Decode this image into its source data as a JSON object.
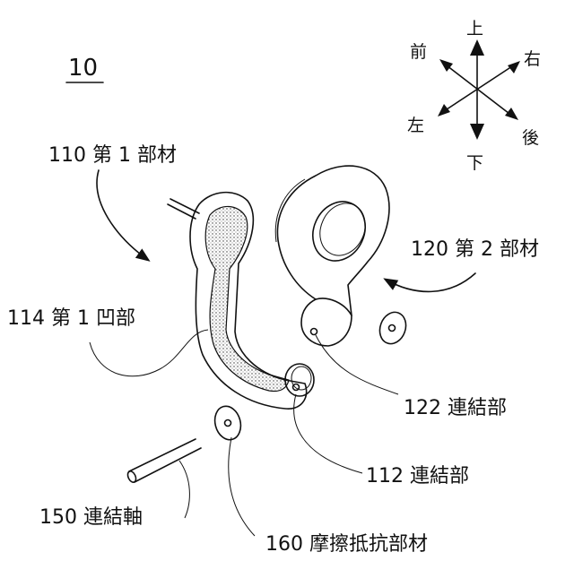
{
  "figure_number": "10",
  "directions": {
    "up": "上",
    "down": "下",
    "front": "前",
    "back": "後",
    "left": "左",
    "right": "右"
  },
  "labels": {
    "first_member": "110 第 1 部材",
    "second_member": "120 第 2 部材",
    "first_recess": "114 第 1 凹部",
    "second_coupling": "122 連結部",
    "first_coupling": "112 連結部",
    "coupling_shaft": "150 連結軸",
    "friction_member": "160 摩擦抵抗部材"
  }
}
